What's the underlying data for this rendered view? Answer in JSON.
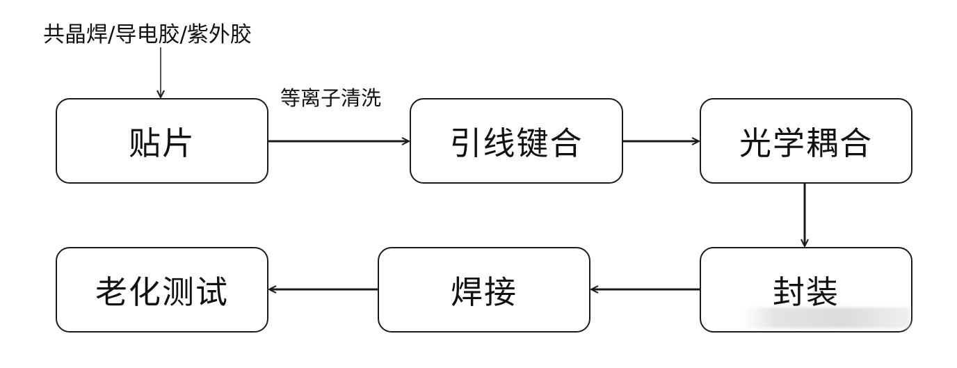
{
  "diagram": {
    "input_label": "共晶焊/导电胶/紫外胶",
    "transition_label": "等离子清洗",
    "steps": [
      {
        "id": "die-attach",
        "label": "贴片"
      },
      {
        "id": "wire-bonding",
        "label": "引线键合"
      },
      {
        "id": "optical-coupling",
        "label": "光学耦合"
      },
      {
        "id": "packaging",
        "label": "封装"
      },
      {
        "id": "soldering",
        "label": "焊接"
      },
      {
        "id": "aging-test",
        "label": "老化测试"
      }
    ]
  },
  "colors": {
    "stroke": "#1a1a1a",
    "text": "#111111",
    "background": "#ffffff"
  }
}
